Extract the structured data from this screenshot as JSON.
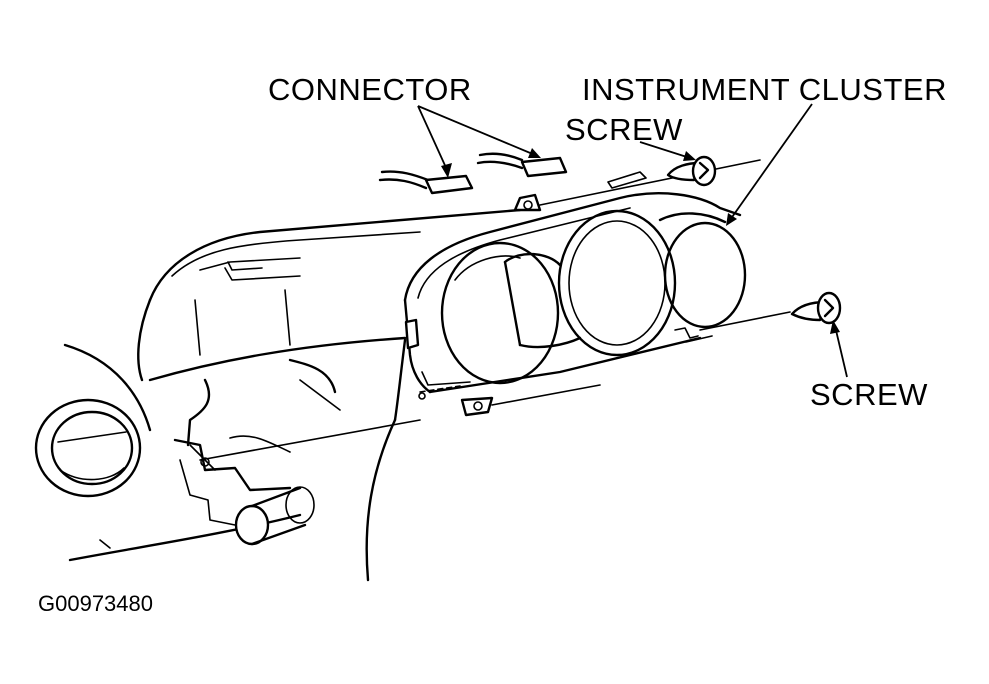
{
  "labels": {
    "connector": "CONNECTOR",
    "instrument_cluster": "INSTRUMENT CLUSTER",
    "screw_upper": "SCREW",
    "screw_lower": "SCREW"
  },
  "figure_id": "G00973480",
  "colors": {
    "ink": "#000000",
    "paper": "#ffffff"
  }
}
